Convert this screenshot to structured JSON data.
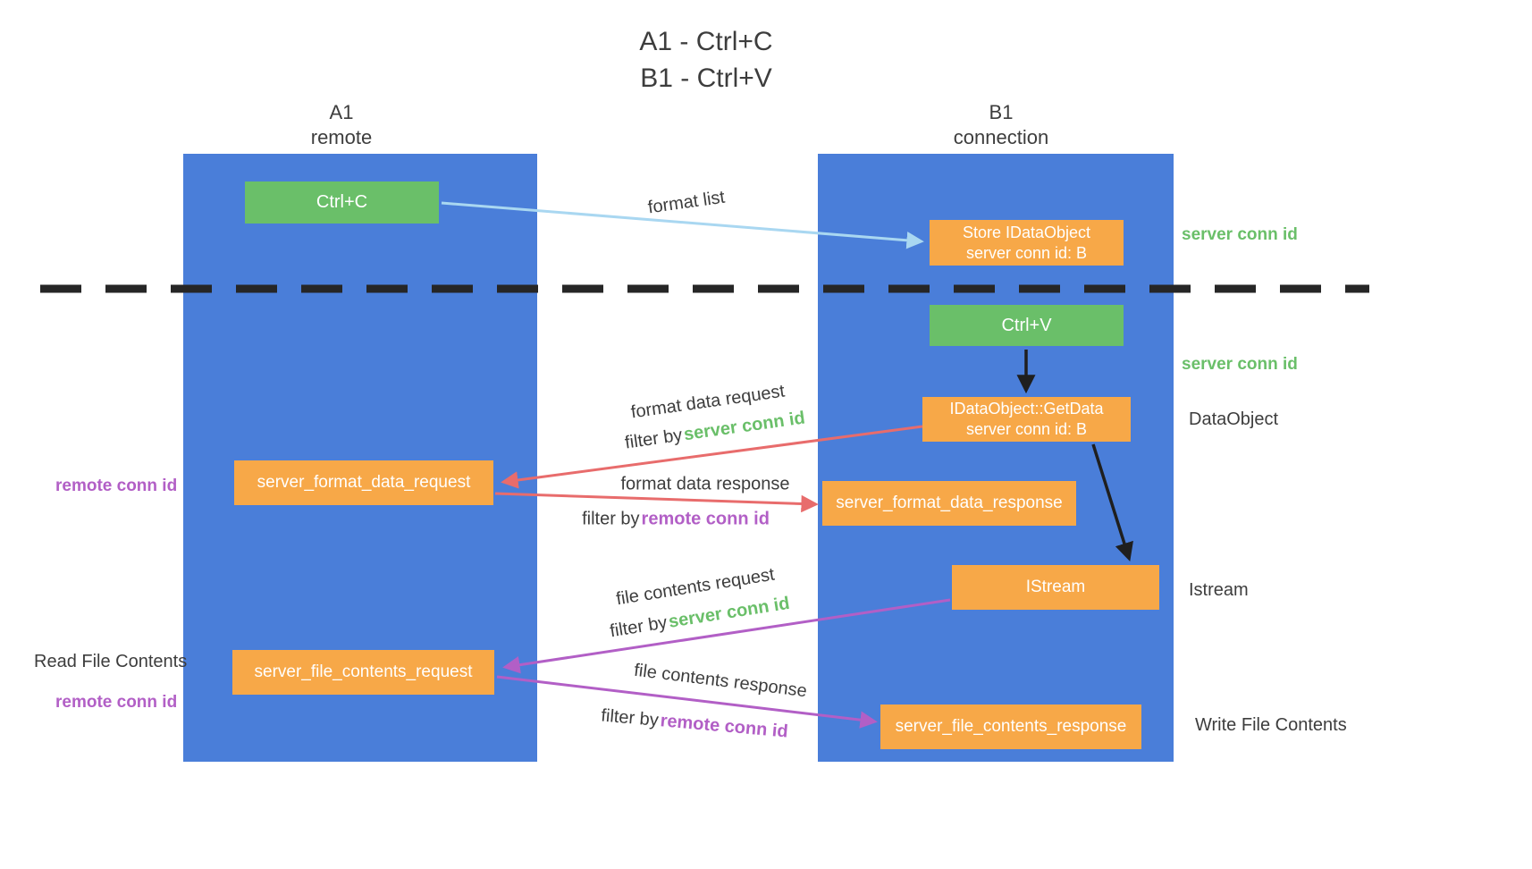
{
  "title": {
    "line1": "A1 - Ctrl+C",
    "line2": "B1 - Ctrl+V"
  },
  "lanes": {
    "a1": {
      "name": "A1",
      "sub": "remote"
    },
    "b1": {
      "name": "B1",
      "sub": "connection"
    }
  },
  "nodes": {
    "ctrl_c": "Ctrl+C",
    "store_idataobject": {
      "line1": "Store IDataObject",
      "line2": "server conn id: B"
    },
    "ctrl_v": "Ctrl+V",
    "getdata": {
      "line1": "IDataObject::GetData",
      "line2": "server conn id: B"
    },
    "format_request": "server_format_data_request",
    "format_response": "server_format_data_response",
    "istream": "IStream",
    "file_request": "server_file_contents_request",
    "file_response": "server_file_contents_response"
  },
  "side_labels": {
    "server_conn_id_top": "server conn id",
    "server_conn_id_mid": "server conn id",
    "dataobject": "DataObject",
    "istream": "Istream",
    "write_file_contents": "Write File Contents",
    "read_file_contents": "Read File Contents",
    "remote_conn_id_top": "remote conn id",
    "remote_conn_id_bottom": "remote conn id"
  },
  "edge_labels": {
    "format_list": "format list",
    "format_data_request": "format data request",
    "format_data_response": "format data response",
    "file_contents_request": "file contents request",
    "file_contents_response": "file contents response",
    "filter_by": "filter by",
    "server_conn_id": "server conn id",
    "remote_conn_id": "remote conn id"
  },
  "colors": {
    "lane_blue": "#4a7ed9",
    "node_green": "#6abf69",
    "node_orange": "#f7a848",
    "accent_green": "#6abf69",
    "accent_purple": "#b25fc6",
    "arrow_red": "#e86c6c",
    "arrow_lightblue": "#a9d7f1",
    "arrow_black": "#1f1f1f",
    "text_dark": "#3d3d3d"
  }
}
